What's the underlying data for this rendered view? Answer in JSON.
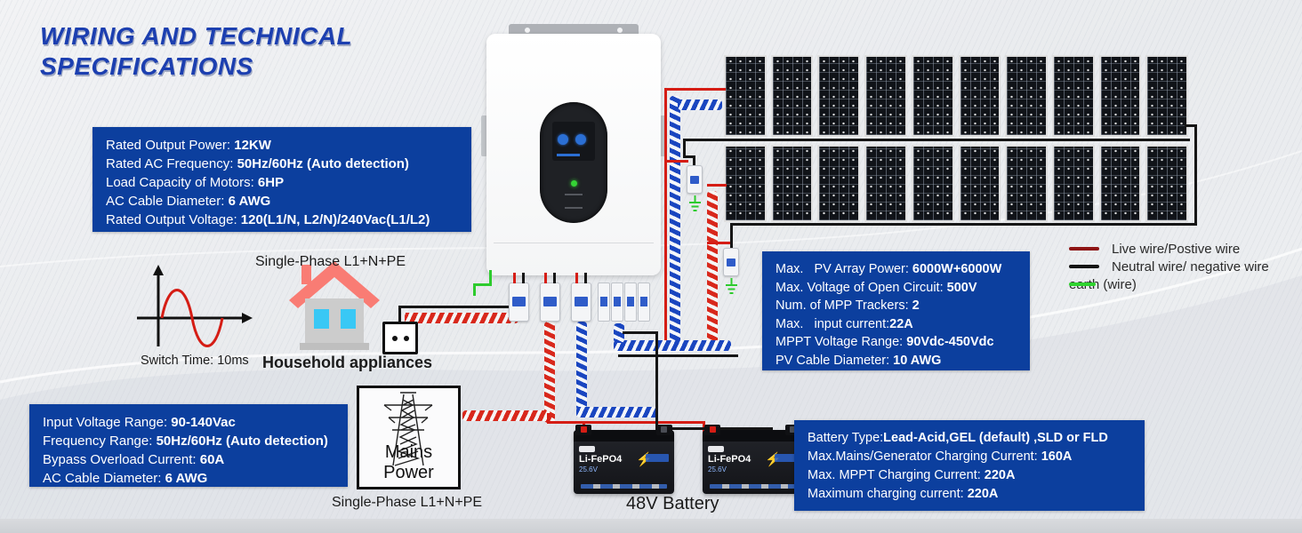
{
  "title": {
    "line1": "WIRING AND TECHNICAL",
    "line2": "SPECIFICATIONS"
  },
  "boxes": {
    "ac_output": {
      "rows": [
        {
          "label": "Rated Output Power: ",
          "value": "12KW"
        },
        {
          "label": "Rated AC Frequency: ",
          "value": "50Hz/60Hz (Auto detection)"
        },
        {
          "label": "Load Capacity of Motors: ",
          "value": "6HP"
        },
        {
          "label": "AC Cable Diameter: ",
          "value": "6 AWG"
        },
        {
          "label": "Rated Output Voltage: ",
          "value": "120(L1/N, L2/N)/240Vac(L1/L2)"
        }
      ]
    },
    "pv_input": {
      "rows": [
        {
          "label": "Max.   PV Array Power: ",
          "value": "6000W+6000W"
        },
        {
          "label": "Max. Voltage of Open Circuit: ",
          "value": "500V"
        },
        {
          "label": "Num. of MPP Trackers: ",
          "value": "2"
        },
        {
          "label": "Max.   input current:",
          "value": "22A"
        },
        {
          "label": "MPPT Voltage Range: ",
          "value": "90Vdc-450Vdc"
        },
        {
          "label": "PV Cable Diameter: ",
          "value": "10 AWG"
        }
      ]
    },
    "ac_input": {
      "rows": [
        {
          "label": "Input Voltage Range: ",
          "value": "90-140Vac"
        },
        {
          "label": "Frequency Range: ",
          "value": "50Hz/60Hz (Auto detection)"
        },
        {
          "label": "Bypass Overload Current: ",
          "value": "60A"
        },
        {
          "label": "AC Cable Diameter: ",
          "value": "6 AWG"
        }
      ]
    },
    "battery": {
      "rows": [
        {
          "label": "Battery Type:",
          "value": "Lead-Acid,GEL (default) ,SLD or FLD"
        },
        {
          "label": "Max.Mains/Generator Charging Current: ",
          "value": "160A"
        },
        {
          "label": "Max. MPPT Charging Current: ",
          "value": "220A"
        },
        {
          "label": "Maximum charging current: ",
          "value": "220A"
        }
      ]
    }
  },
  "legend": {
    "items": [
      {
        "label": "Live wire/Postive wire",
        "color": "#8e1414"
      },
      {
        "label": "Neutral wire/ negative wire",
        "color": "#141414"
      },
      {
        "label": "earth (wire)",
        "color": "#2fd32f"
      }
    ]
  },
  "labels": {
    "single_phase_house": "Single-Phase L1+N+PE",
    "household_appliances": "Household appliances",
    "switch_time": "Switch Time: 10ms",
    "mains_power": "Mains Power",
    "single_phase_mains": "Single-Phase L1+N+PE",
    "battery_48v": "48V Battery"
  },
  "battery_unit": {
    "brand": "Li-FePO4",
    "voltage": "25.6V",
    "bolt_icon": "⚡"
  },
  "colors": {
    "spec_box_blue": "#0c3f9e",
    "live_wire": "#d51d15",
    "neutral_wire": "#161616",
    "earth_wire": "#2ecb2e",
    "title_blue": "#1c3fb0"
  }
}
